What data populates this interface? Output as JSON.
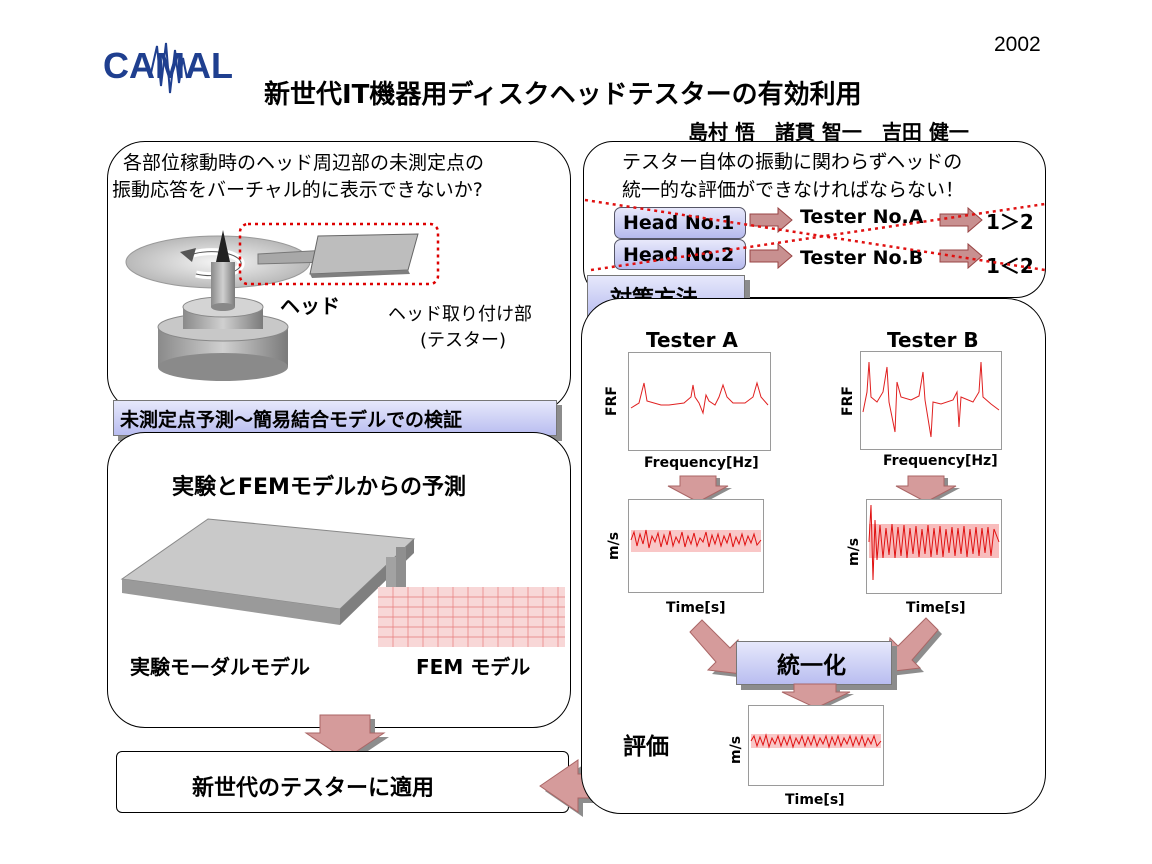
{
  "year": "2002",
  "logo": "CAMAL",
  "title": "新世代IT機器用ディスクヘッドテスターの有効利用",
  "authors": "島村 悟　諸貫 智一　吉田 健一",
  "left_top": {
    "question": [
      "各部位稼動時のヘッド周辺部の未測定点の",
      "振動応答をバーチャル的に表示できないか?"
    ],
    "label_head": "ヘッド",
    "label_mount": [
      "ヘッド取り付け部",
      "(テスター)"
    ]
  },
  "left_tag": "未測定点予測～簡易結合モデルでの検証",
  "left_bottom": {
    "title": "実験とFEMモデルからの予測",
    "label_exp": "実験モーダルモデル",
    "label_fem": "FEM モデル"
  },
  "apply_box": "新世代のテスターに適用",
  "right_top": {
    "statement": [
      "テスター自体の振動に関わらずヘッドの",
      "統一的な評価ができなければならない！"
    ],
    "head1": "Head No.1",
    "head2": "Head No.2",
    "tester_a": "Tester No.A",
    "tester_b": "Tester No.B",
    "result_a": "1＞2",
    "result_b": "1＜2"
  },
  "right_tag": "対策方法",
  "right_bottom": {
    "tester_a": "Tester A",
    "tester_b": "Tester B",
    "frf_label": "FRF",
    "freq_label": "Frequency[Hz]",
    "ms_label": "m/s",
    "time_label": "Time[s]",
    "unify": "統一化",
    "eval": "評価"
  },
  "colors": {
    "accent_red": "#e01010",
    "tag_blue": "#b9bdf0",
    "arrow_pink": "#c88888"
  }
}
